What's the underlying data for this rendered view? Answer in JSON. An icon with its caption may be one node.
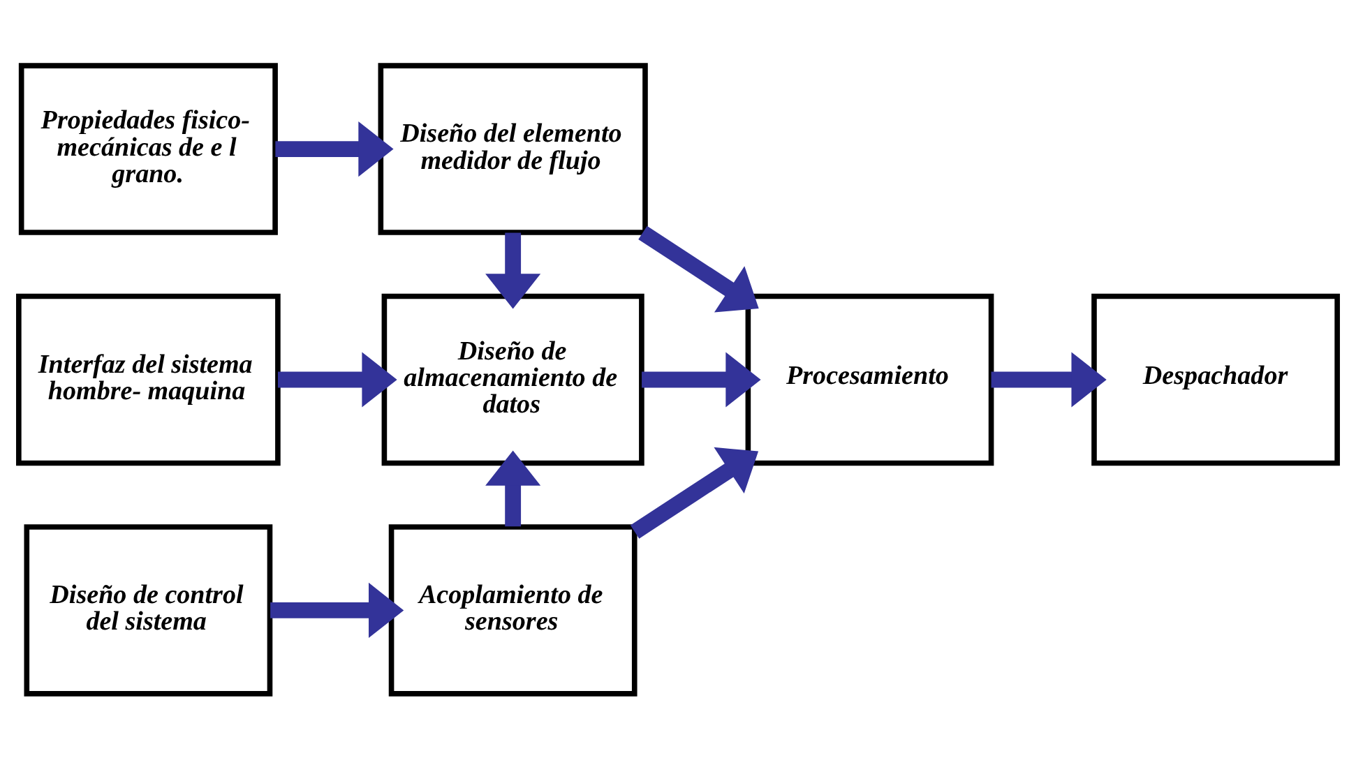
{
  "diagram": {
    "nodes": [
      {
        "text": [
          "Propiedades fisico- mecánicas de e l grano."
        ]
      },
      {
        "text": [
          "Diseño del elemento medidor de flujo"
        ]
      },
      {
        "text": [
          "Interfaz del sistema hombre- maquina"
        ]
      },
      {
        "text": [
          "Diseño de almacenamiento de datos"
        ]
      },
      {
        "text": [
          "Procesamiento"
        ]
      },
      {
        "text": [
          "Despachador"
        ]
      },
      {
        "text": [
          "Diseño de control del sistema"
        ]
      },
      {
        "text": [
          "Acoplamiento de sensores"
        ]
      }
    ],
    "edges": [
      {
        "from": 0,
        "to": 1,
        "arrow": "to"
      },
      {
        "from": 1,
        "to": 3,
        "arrow": "to"
      },
      {
        "from": 1,
        "to": 4,
        "arrow": "to"
      },
      {
        "from": 2,
        "to": 3,
        "arrow": "to"
      },
      {
        "from": 3,
        "to": 4,
        "arrow": "to"
      },
      {
        "from": 4,
        "to": 5,
        "arrow": "to"
      },
      {
        "from": 6,
        "to": 7,
        "arrow": "to"
      },
      {
        "from": 7,
        "to": 3,
        "arrow": "to"
      },
      {
        "from": 7,
        "to": 4,
        "arrow": "to"
      }
    ]
  }
}
